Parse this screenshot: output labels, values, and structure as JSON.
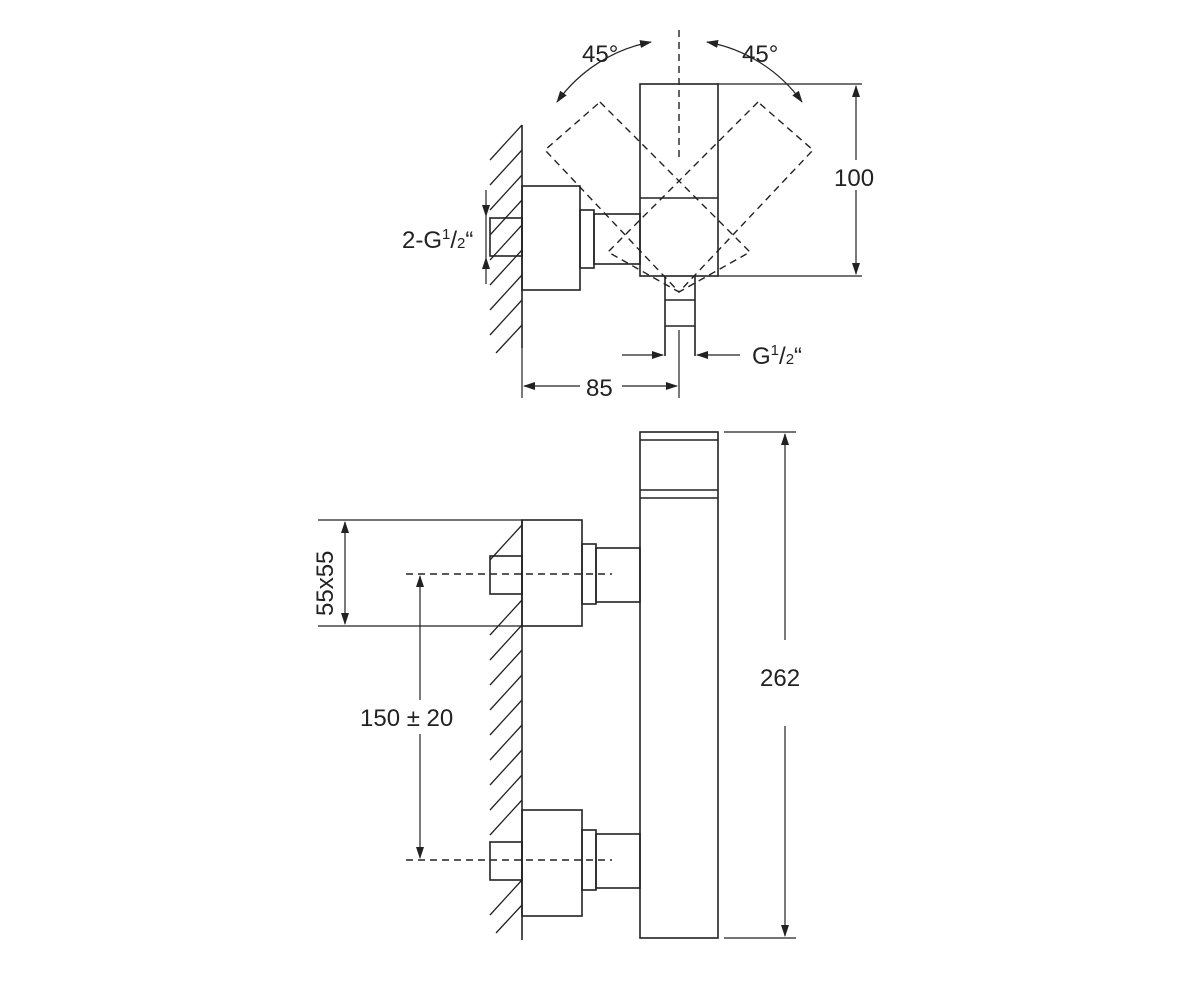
{
  "labels": {
    "angle_left": "45°",
    "angle_right": "45°",
    "height_top": "100",
    "inlet_thread_prefix": "2-G",
    "inlet_thread_num": "1",
    "inlet_thread_slash": "/",
    "inlet_thread_den": "2",
    "inlet_thread_quote": "“",
    "outlet_thread_prefix": "G",
    "outlet_thread_num": "1",
    "outlet_thread_slash": "/",
    "outlet_thread_den": "2",
    "outlet_thread_quote": "“",
    "depth": "85",
    "square_size": "55x55",
    "center_distance": "150 ± 20",
    "total_height": "262"
  },
  "colors": {
    "line": "#222222",
    "background": "#ffffff"
  }
}
